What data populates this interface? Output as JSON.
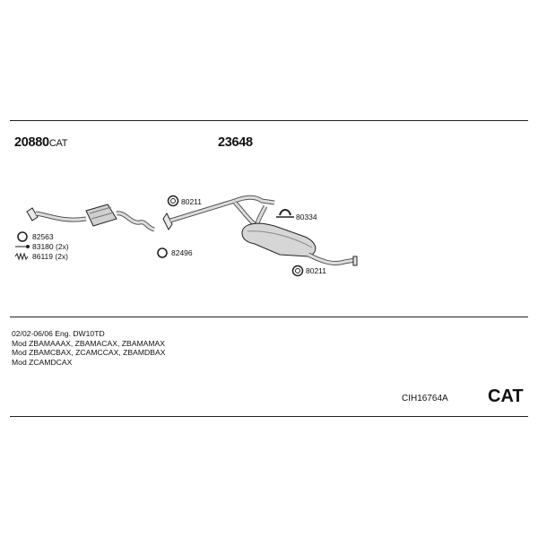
{
  "parts": {
    "p20880": {
      "number": "20880",
      "suffix": "CAT"
    },
    "p23648": {
      "number": "23648"
    },
    "p82563": "82563",
    "p83180": "83180 (2x)",
    "p86119": "86119 (2x)",
    "p80211a": "80211",
    "p82496": "82496",
    "p80334": "80334",
    "p80211b": "80211"
  },
  "applications": [
    "02/02-06/06   Eng. DW10TD",
    "Mod ZBAMAAAX, ZBAMACAX, ZBAMAMAX",
    "Mod ZBAMCBAX, ZCAMCCAX, ZBAMDBAX",
    "Mod ZCAMDCAX"
  ],
  "kit_code": "CIH16764A",
  "kit_type": "CAT"
}
